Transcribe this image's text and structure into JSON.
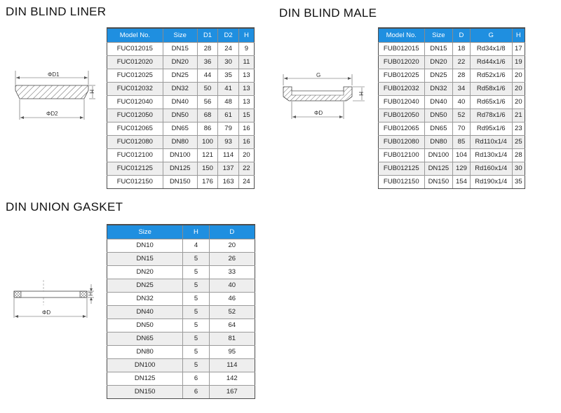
{
  "liner": {
    "title": "DIN BLIND LINER",
    "headers": [
      "Model No.",
      "Size",
      "D1",
      "D2",
      "H"
    ],
    "rows": [
      [
        "FUC012015",
        "DN15",
        "28",
        "24",
        "9"
      ],
      [
        "FUC012020",
        "DN20",
        "36",
        "30",
        "11"
      ],
      [
        "FUC012025",
        "DN25",
        "44",
        "35",
        "13"
      ],
      [
        "FUC012032",
        "DN32",
        "50",
        "41",
        "13"
      ],
      [
        "FUC012040",
        "DN40",
        "56",
        "48",
        "13"
      ],
      [
        "FUC012050",
        "DN50",
        "68",
        "61",
        "15"
      ],
      [
        "FUC012065",
        "DN65",
        "86",
        "79",
        "16"
      ],
      [
        "FUC012080",
        "DN80",
        "100",
        "93",
        "16"
      ],
      [
        "FUC012100",
        "DN100",
        "121",
        "114",
        "20"
      ],
      [
        "FUC012125",
        "DN125",
        "150",
        "137",
        "22"
      ],
      [
        "FUC012150",
        "DN150",
        "176",
        "163",
        "24"
      ]
    ],
    "diagram_labels": {
      "d1": "ΦD1",
      "d2": "ΦD2",
      "h": "H"
    }
  },
  "male": {
    "title": "DIN BLIND MALE",
    "headers": [
      "Model No.",
      "Size",
      "D",
      "G",
      "H"
    ],
    "rows": [
      [
        "FUB012015",
        "DN15",
        "18",
        "Rd34x1/8",
        "17"
      ],
      [
        "FUB012020",
        "DN20",
        "22",
        "Rd44x1/6",
        "19"
      ],
      [
        "FUB012025",
        "DN25",
        "28",
        "Rd52x1/6",
        "20"
      ],
      [
        "FUB012032",
        "DN32",
        "34",
        "Rd58x1/6",
        "20"
      ],
      [
        "FUB012040",
        "DN40",
        "40",
        "Rd65x1/6",
        "20"
      ],
      [
        "FUB012050",
        "DN50",
        "52",
        "Rd78x1/6",
        "21"
      ],
      [
        "FUB012065",
        "DN65",
        "70",
        "Rd95x1/6",
        "23"
      ],
      [
        "FUB012080",
        "DN80",
        "85",
        "Rd110x1/4",
        "25"
      ],
      [
        "FUB012100",
        "DN100",
        "104",
        "Rd130x1/4",
        "28"
      ],
      [
        "FUB012125",
        "DN125",
        "129",
        "Rd160x1/4",
        "30"
      ],
      [
        "FUB012150",
        "DN150",
        "154",
        "Rd190x1/4",
        "35"
      ]
    ],
    "diagram_labels": {
      "g": "G",
      "d": "ΦD",
      "h": "H"
    }
  },
  "gasket": {
    "title": "DIN UNION GASKET",
    "headers": [
      "Size",
      "H",
      "D"
    ],
    "rows": [
      [
        "DN10",
        "4",
        "20"
      ],
      [
        "DN15",
        "5",
        "26"
      ],
      [
        "DN20",
        "5",
        "33"
      ],
      [
        "DN25",
        "5",
        "40"
      ],
      [
        "DN32",
        "5",
        "46"
      ],
      [
        "DN40",
        "5",
        "52"
      ],
      [
        "DN50",
        "5",
        "64"
      ],
      [
        "DN65",
        "5",
        "81"
      ],
      [
        "DN80",
        "5",
        "95"
      ],
      [
        "DN100",
        "5",
        "114"
      ],
      [
        "DN125",
        "6",
        "142"
      ],
      [
        "DN150",
        "6",
        "167"
      ]
    ],
    "diagram_labels": {
      "d": "ΦD",
      "h": "H"
    }
  },
  "colors": {
    "header_bg": "#1f8fe0",
    "header_text": "#ffffff",
    "stripe": "#eeeeee",
    "border": "#9a9a9a"
  }
}
